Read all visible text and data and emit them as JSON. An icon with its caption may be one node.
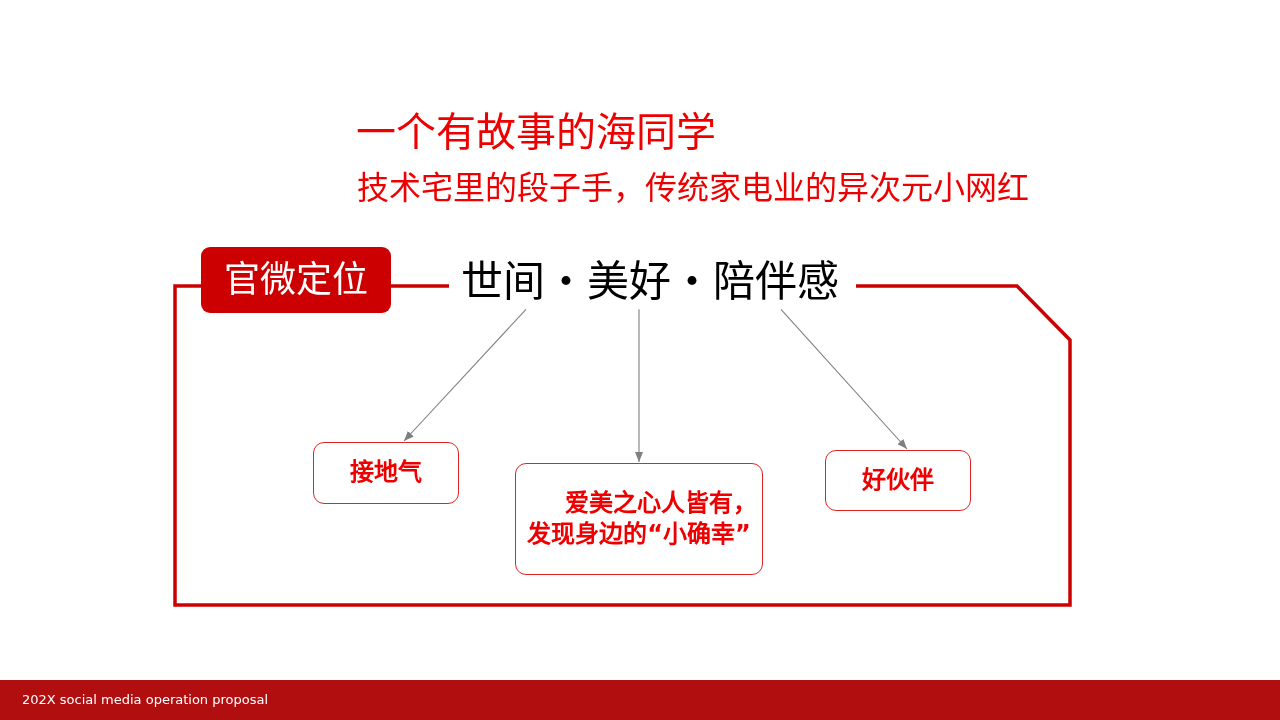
{
  "diagram": {
    "title": "一个有故事的海同学",
    "nodes": [
      {
        "text": [
          "官微定位"
        ]
      },
      {
        "text": [
          "世间・美好・陪伴感"
        ],
        "in": 0
      },
      {
        "text": [
          "接地气"
        ],
        "in": 0
      },
      {
        "text": [
          "爱美之心人皆有，发现身边的“小确幸”"
        ],
        "in": 0
      },
      {
        "text": [
          "好伙伴"
        ],
        "in": 0
      }
    ],
    "edges": [
      {
        "from": 1,
        "to": 2,
        "arrow": "to"
      },
      {
        "from": 1,
        "to": 3,
        "arrow": "to"
      },
      {
        "from": 1,
        "to": 4,
        "arrow": "to"
      }
    ],
    "labels": [
      "技术宅里的段子手，传统家电业的异次元小网红",
      "202X social media operation proposal"
    ]
  }
}
